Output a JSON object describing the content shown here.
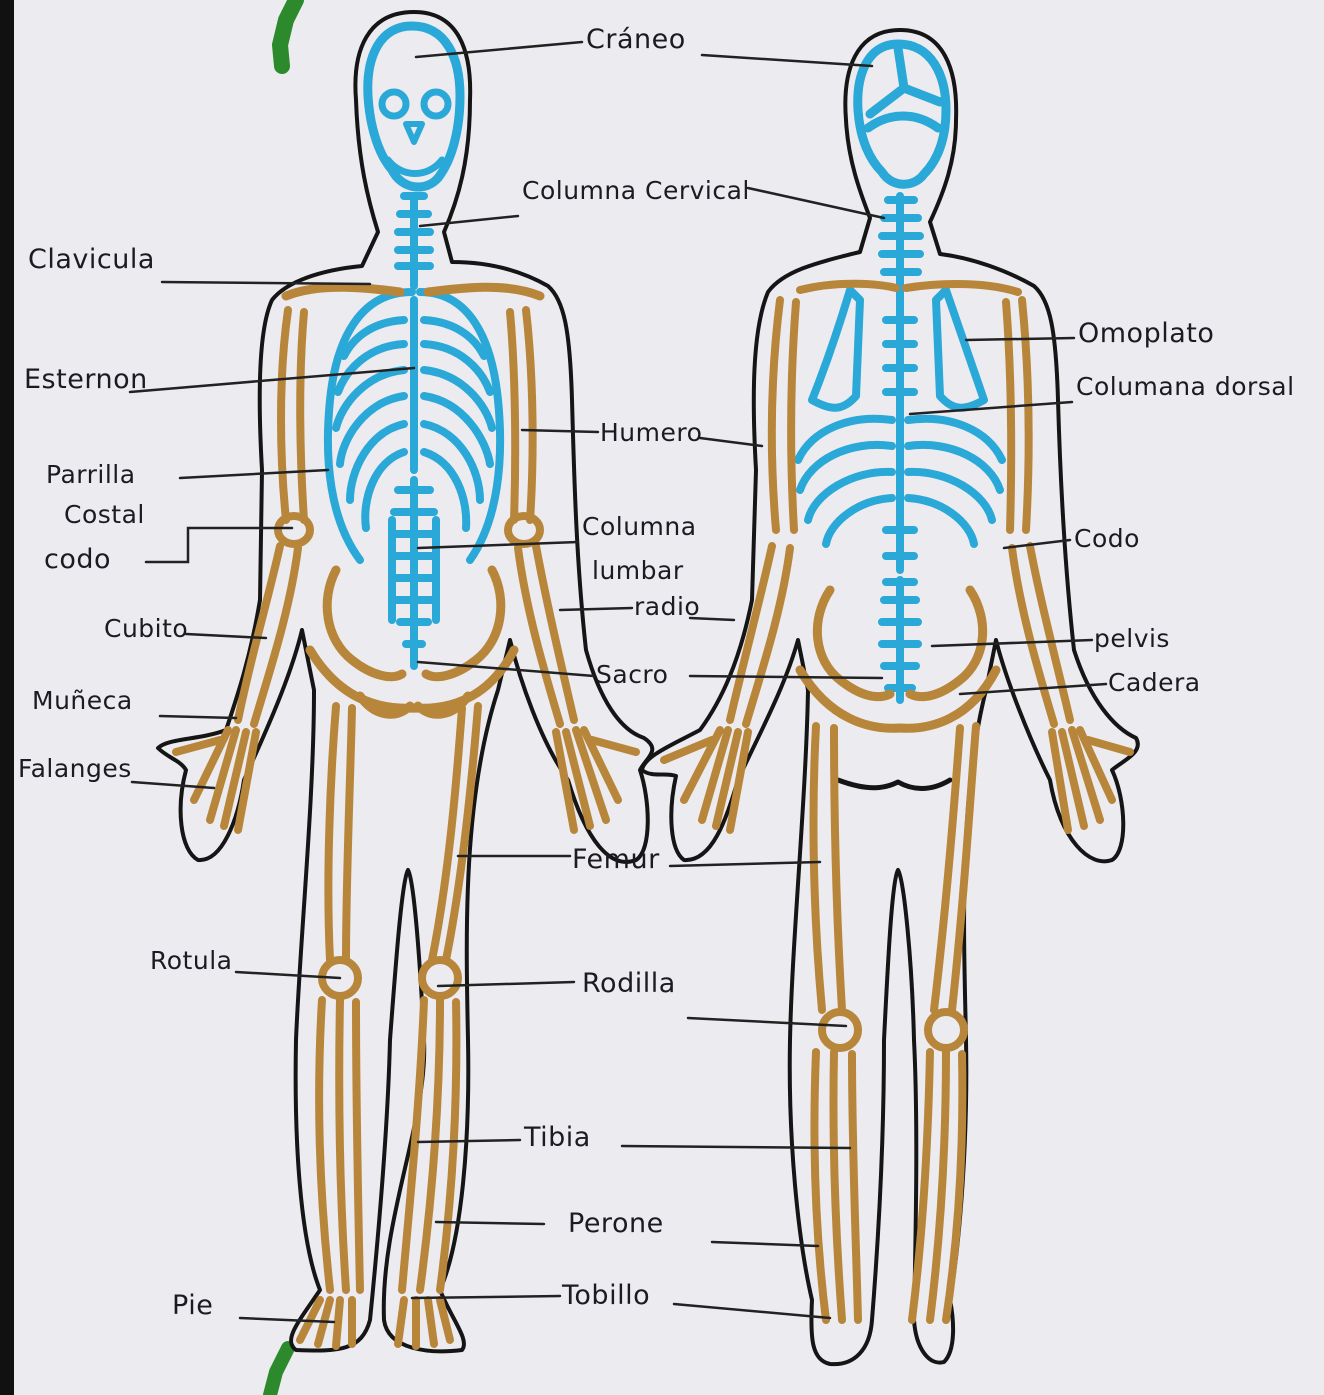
{
  "colors": {
    "paper": "#ecebf0",
    "outline": "#151515",
    "bone_brown": "#b8863a",
    "bone_blue": "#2aa8d8",
    "leader": "#222222",
    "marker_green": "#2c8a2c"
  },
  "labels": {
    "craneo": "Cráneo",
    "columna_cervical": "Columna Cervical",
    "clavicula": "Clavicula",
    "omoplato": "Omoplato",
    "esternon": "Esternon",
    "columna_dorsal": "Columana dorsal",
    "humero": "Humero",
    "parrilla_costal_1": "Parrilla",
    "parrilla_costal_2": "Costal",
    "codo_left": "codo",
    "codo_right": "Codo",
    "columna_lumbar_1": "Columna",
    "columna_lumbar_2": "lumbar",
    "radio": "radio",
    "cubito": "Cubito",
    "pelvis": "pelvis",
    "sacro": "Sacro",
    "cadera": "Cadera",
    "muneca": "Muñeca",
    "falanges": "Falanges",
    "femur": "Femur",
    "rotula": "Rotula",
    "rodilla": "Rodilla",
    "tibia": "Tibia",
    "perone": "Perone",
    "tobillo": "Tobillo",
    "pie": "Pie"
  }
}
